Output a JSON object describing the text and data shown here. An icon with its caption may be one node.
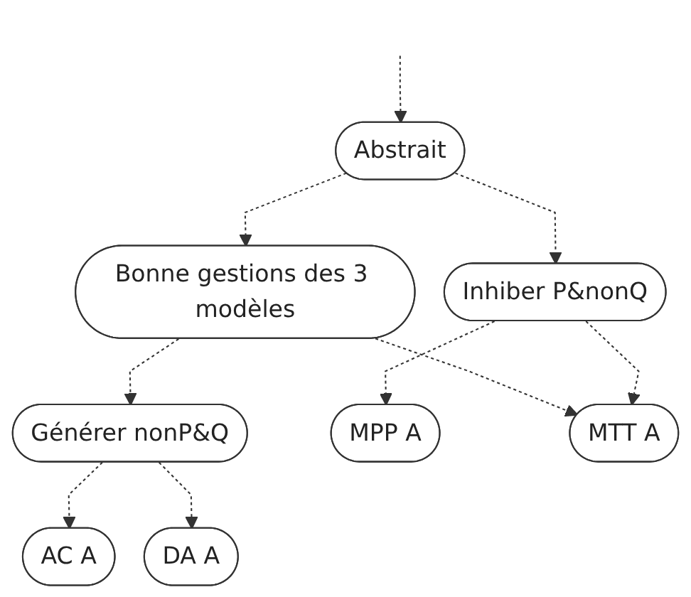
{
  "diagram": {
    "nodes": [
      {
        "text": [
          "Abstrait"
        ]
      },
      {
        "text": [
          "Bonne gestions des 3 modèles"
        ]
      },
      {
        "text": [
          "Inhiber P&nonQ"
        ]
      },
      {
        "text": [
          "Générer nonP&Q"
        ]
      },
      {
        "text": [
          "MPP A"
        ]
      },
      {
        "text": [
          "MTT A"
        ]
      },
      {
        "text": [
          "AC A"
        ]
      },
      {
        "text": [
          "DA A"
        ]
      }
    ],
    "edges": [
      {
        "from": null,
        "to": 0,
        "arrow": "to",
        "style": "dashed"
      },
      {
        "from": 0,
        "to": 1,
        "arrow": "to",
        "style": "dashed"
      },
      {
        "from": 0,
        "to": 2,
        "arrow": "to",
        "style": "dashed"
      },
      {
        "from": 1,
        "to": 5,
        "arrow": "to",
        "style": "dashed"
      },
      {
        "from": 1,
        "to": 3,
        "arrow": "to",
        "style": "dashed"
      },
      {
        "from": 2,
        "to": 4,
        "arrow": "to",
        "style": "dashed"
      },
      {
        "from": 2,
        "to": 5,
        "arrow": "to",
        "style": "dashed"
      },
      {
        "from": 3,
        "to": 6,
        "arrow": "to",
        "style": "dashed"
      },
      {
        "from": 3,
        "to": 7,
        "arrow": "to",
        "style": "dashed"
      }
    ]
  }
}
